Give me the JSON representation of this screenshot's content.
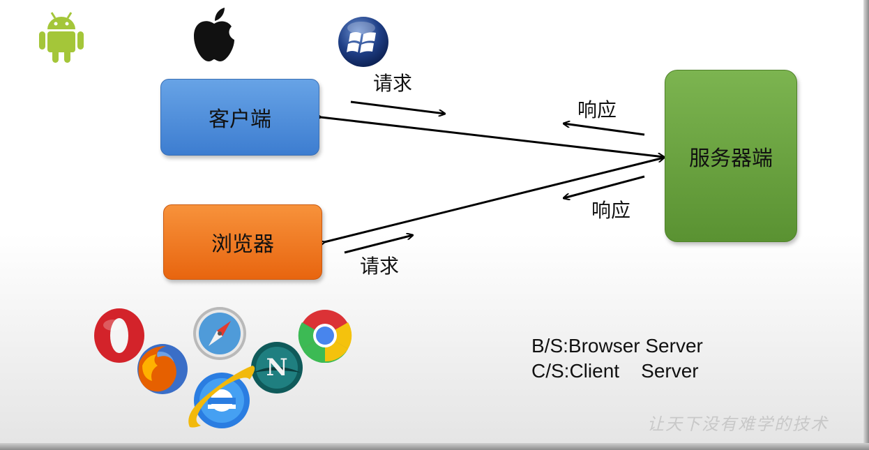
{
  "nodes": {
    "client": "客户端",
    "browser": "浏览器",
    "server": "服务器端"
  },
  "labels": {
    "request_top": "请求",
    "response_top": "响应",
    "response_bottom": "响应",
    "request_bottom": "请求"
  },
  "legend": {
    "bs": "B/S:Browser Server",
    "cs": "C/S:Client    Server"
  },
  "watermark": "让天下没有难学的技术",
  "icons": [
    "android-icon",
    "apple-icon",
    "windows-icon",
    "opera-icon",
    "firefox-icon",
    "safari-icon",
    "netscape-icon",
    "chrome-icon",
    "ie-icon"
  ],
  "colors": {
    "client": "#4a8ad8",
    "browser": "#f07a22",
    "server": "#6aa340"
  }
}
